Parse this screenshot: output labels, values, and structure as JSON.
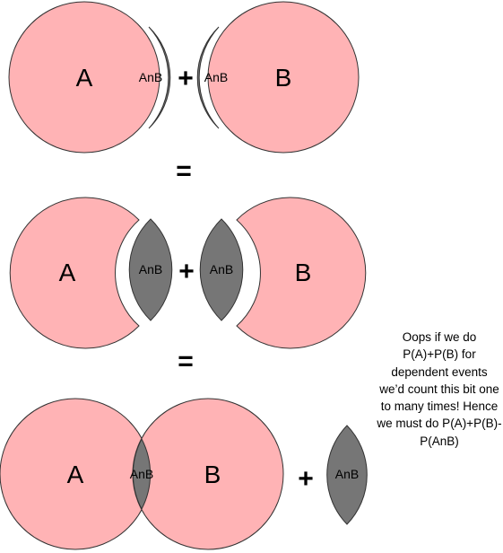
{
  "colors": {
    "circle_fill": "#ffb3b5",
    "lens_fill": "#767676",
    "outline": "#333333",
    "background": "#ffffff"
  },
  "row1": {
    "label_a": "A",
    "lens_left_label": "AnB",
    "plus": "+",
    "lens_right_label": "AnB",
    "label_b": "B"
  },
  "equals_1": "=",
  "row2": {
    "label_a": "A",
    "lens_left_label": "AnB",
    "plus": "+",
    "lens_right_label": "AnB",
    "label_b": "B"
  },
  "equals_2": "=",
  "row3": {
    "label_a": "A",
    "lens_center_label": "AnB",
    "label_b": "B",
    "plus": "+",
    "lens_extra_label": "AnB"
  },
  "note": {
    "lines": [
      "Oops if we do",
      "P(A)+P(B) for",
      "dependent events",
      "we’d count this bit one",
      "to many times! Hence",
      "we must do P(A)+P(B)-",
      "P(AnB)"
    ]
  }
}
